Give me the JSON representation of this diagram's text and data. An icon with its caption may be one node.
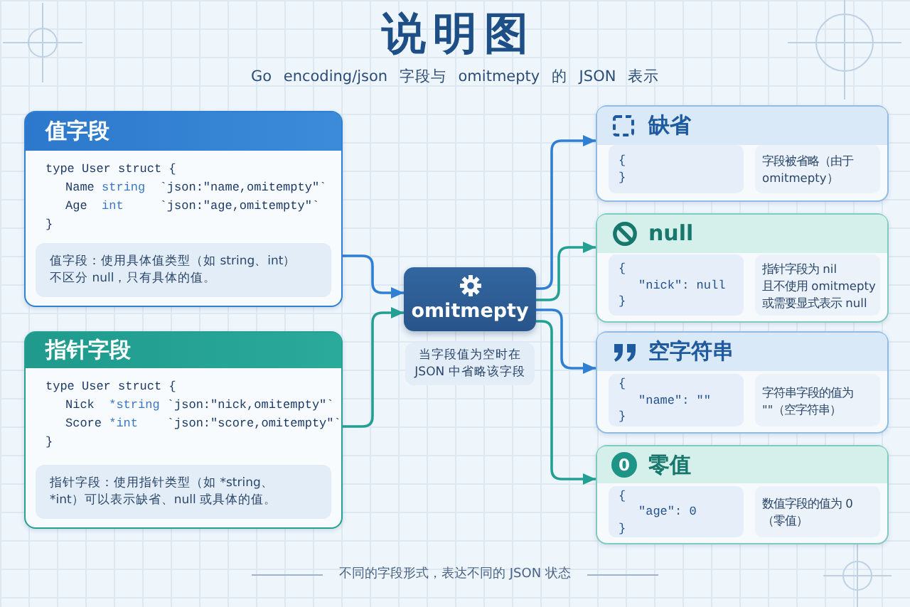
{
  "diagram": {
    "title": "说明图",
    "caption": "不同的字段形式，表达不同的 JSON 状态",
    "nodes": [
      {
        "text": [
          "值字段",
          "type User struct {",
          "Name string `json:\"name,omitempty\"`",
          "Age int `json:\"age,omitempty\"`",
          "}"
        ]
      },
      {
        "text": [
          "值字段：使用具体值类型（如 string、int）不区分 null，只有具体的值。"
        ],
        "in": 0
      },
      {
        "text": [
          "指针字段",
          "type User struct {",
          "Nick *string `json:\"nick,omitempty\"`",
          "Score *int `json:\"score,omitempty\"`",
          "}"
        ]
      },
      {
        "text": [
          "指针字段：使用指针类型（如 *string、*int）可以表示缺省、null 或具体的值。"
        ],
        "in": 2
      },
      {
        "text": [
          "omitmepty"
        ]
      },
      {
        "text": [
          "当字段值为空时在 JSON 中省略该字段"
        ]
      },
      {
        "text": [
          "缺省"
        ]
      },
      {
        "text": [
          "{",
          "}"
        ],
        "in": 6
      },
      {
        "text": [
          "字段被省略（由于 omitmepty）"
        ],
        "in": 6
      },
      {
        "text": [
          "null"
        ]
      },
      {
        "text": [
          "{",
          "\"nick\": null",
          "}"
        ],
        "in": 9
      },
      {
        "text": [
          "指针字段为 nil 且不使用 omitmepty 或需要显式表示 null"
        ],
        "in": 9
      },
      {
        "text": [
          "空字符串"
        ]
      },
      {
        "text": [
          "{",
          "\"name\": \"\"",
          "}"
        ],
        "in": 12
      },
      {
        "text": [
          "字符串字段的值为 \"\"（空字符串）"
        ],
        "in": 12
      },
      {
        "text": [
          "0",
          "零值"
        ]
      },
      {
        "text": [
          "{",
          "\"age\": 0",
          "}"
        ],
        "in": 15
      },
      {
        "text": [
          "数值字段的值为 0（零值）"
        ],
        "in": 15
      }
    ],
    "edges": [
      {
        "from": 0,
        "to": 4,
        "arrow": "to",
        "color": "#2f7fd3"
      },
      {
        "from": 2,
        "to": 4,
        "arrow": "to",
        "color": "#23a093"
      },
      {
        "from": 4,
        "to": 6,
        "arrow": "to",
        "color": "#2f7fd3"
      },
      {
        "from": 4,
        "to": 9,
        "arrow": "to",
        "color": "#23a093"
      },
      {
        "from": 4,
        "to": 12,
        "arrow": "to",
        "color": "#2f7fd3"
      },
      {
        "from": 4,
        "to": 15,
        "arrow": "to",
        "color": "#23a093"
      }
    ],
    "labels": [
      "Go encoding/json 字段与 omitmepty 的 JSON 表示"
    ]
  }
}
